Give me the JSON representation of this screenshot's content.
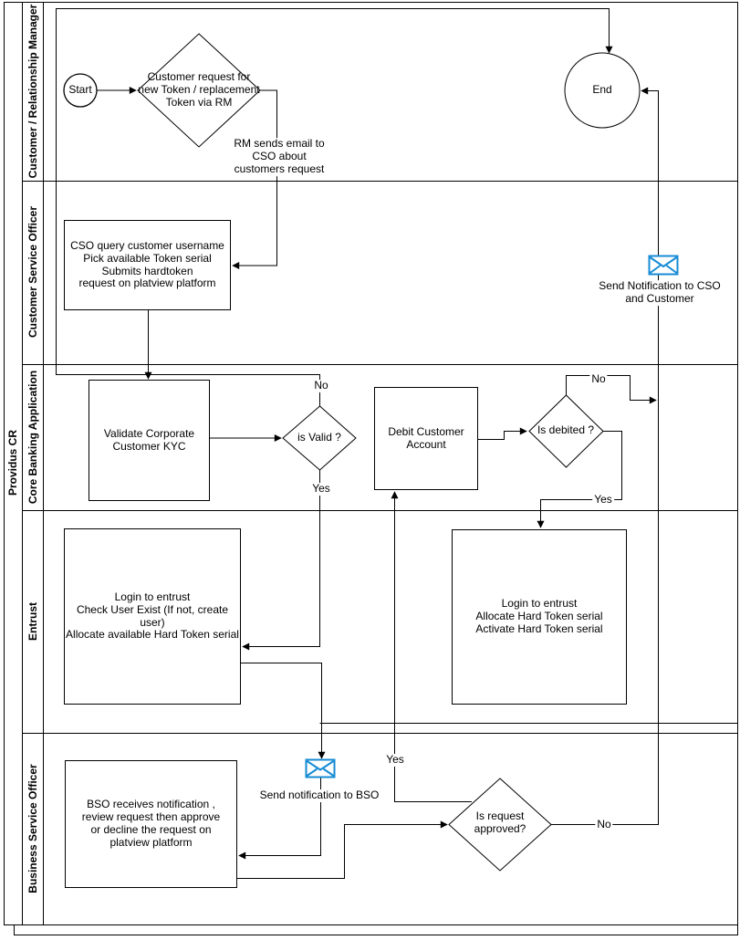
{
  "pool": {
    "label": "Providus CR"
  },
  "lanes": [
    {
      "label": "Customer / Relationship Manager"
    },
    {
      "label": "Customer Service  Officer"
    },
    {
      "label": "Core Banking Application"
    },
    {
      "label": "Entrust"
    },
    {
      "label": "Business Service Officer"
    }
  ],
  "nodes": {
    "start": {
      "label": "Start"
    },
    "end": {
      "label": "End"
    },
    "request_decision": {
      "label": "Customer request for\nnew Token / replacement\nToken via RM"
    },
    "cso_task": {
      "label": "CSO query customer username\nPick available Token serial\nSubmits hardtoken\nrequest on platview platform"
    },
    "notify_cso_event": {
      "label": "Send Notification to CSO\nand Customer"
    },
    "validate_kyc": {
      "label": "Validate Corporate\nCustomer KYC"
    },
    "is_valid": {
      "label": "is Valid ?"
    },
    "debit_account": {
      "label": "Debit Customer\nAccount"
    },
    "is_debited": {
      "label": "Is debited ?"
    },
    "entrust_allocate": {
      "label": "Login to entrust\nCheck User Exist (If not, create\nuser)\nAllocate available Hard Token serial"
    },
    "entrust_activate": {
      "label": "Login to entrust\nAllocate Hard Token serial\nActivate Hard Token serial"
    },
    "notify_bso_event": {
      "label": "Send notification to BSO"
    },
    "bso_review": {
      "label": "BSO receives notification ,\nreview request then approve\nor decline the request on\nplatview platform"
    },
    "request_approved": {
      "label": "Is request\napproved?"
    }
  },
  "edge_labels": {
    "rm_email": "RM sends email to\nCSO about\ncustomers request",
    "valid_no": "No",
    "valid_yes": "Yes",
    "debited_no": "No",
    "debited_yes": "Yes",
    "approved_yes": "Yes",
    "approved_no": "No"
  },
  "colors": {
    "line": "#000000",
    "envelope": "#178BD4",
    "fill": "#ffffff"
  }
}
